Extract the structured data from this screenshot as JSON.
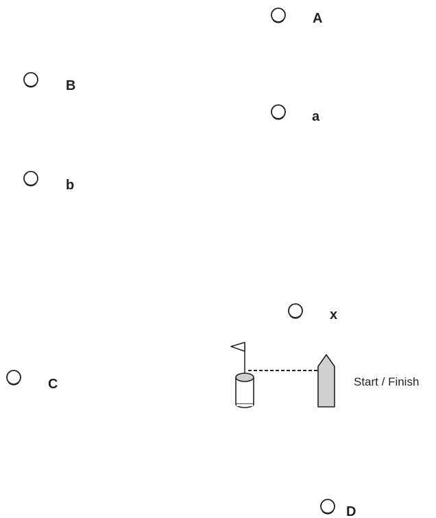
{
  "marks": {
    "A": {
      "label": "A"
    },
    "B": {
      "label": "B"
    },
    "a": {
      "label": "a"
    },
    "b": {
      "label": "b"
    },
    "x": {
      "label": "x"
    },
    "C": {
      "label": "C"
    },
    "D": {
      "label": "D"
    }
  },
  "start_finish": {
    "label": "Start / Finish"
  },
  "colors": {
    "ink": "#231f20",
    "fill_gray": "#cfcfcf"
  }
}
